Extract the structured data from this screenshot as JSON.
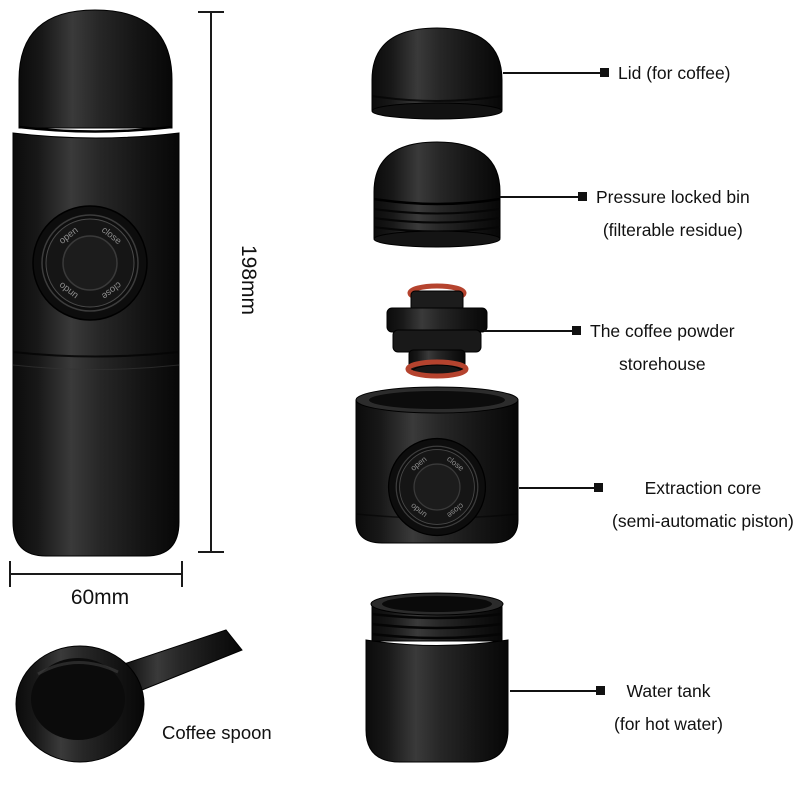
{
  "dimensions": {
    "height": "198mm",
    "width": "60mm"
  },
  "spoon": {
    "label": "Coffee spoon"
  },
  "dial": {
    "open": "open",
    "close": "close",
    "undo": "undo"
  },
  "labels": [
    {
      "lines": [
        "Lid (for coffee)",
        ""
      ]
    },
    {
      "lines": [
        "Pressure locked bin",
        "(filterable residue)"
      ]
    },
    {
      "lines": [
        "The coffee powder",
        "storehouse"
      ]
    },
    {
      "lines": [
        "Extraction core",
        "(semi-automatic piston)"
      ]
    },
    {
      "lines": [
        "Water tank",
        "(for hot water)"
      ]
    }
  ],
  "colors": {
    "body_dark": "#111111",
    "accent_ring": "#b5432e",
    "line": "#1a1a1a",
    "text": "#111111"
  }
}
